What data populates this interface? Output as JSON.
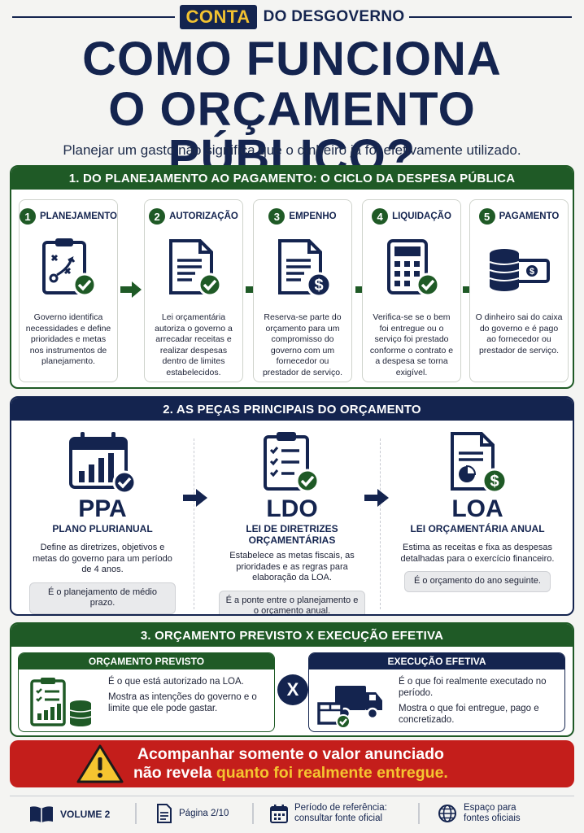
{
  "brand": {
    "conta": "CONTA",
    "rest": "DO DESGOVERNO"
  },
  "title": {
    "line1": "COMO FUNCIONA",
    "line2": "O ORÇAMENTO PÚBLICO?"
  },
  "subtitle": "Planejar um gasto não significa que o dinheiro já foi efetivamente utilizado.",
  "colors": {
    "navy": "#14244f",
    "green": "#1f5a26",
    "red": "#c41e1b",
    "yellow": "#f5c530"
  },
  "section1": {
    "heading": "1. DO PLANEJAMENTO AO PAGAMENTO: O CICLO DA DESPESA PÚBLICA",
    "steps": [
      {
        "num": "1",
        "title": "PLANEJAMENTO",
        "icon": "clipboard-strategy-check-icon",
        "text": "Governo identifica necessidades e define prioridades e metas nos instrumentos de planejamento."
      },
      {
        "num": "2",
        "title": "AUTORIZAÇÃO",
        "icon": "document-check-icon",
        "text": "Lei orçamentária autoriza o governo a arrecadar receitas e realizar despesas dentro de limites estabelecidos."
      },
      {
        "num": "3",
        "title": "EMPENHO",
        "icon": "document-dollar-icon",
        "text": "Reserva-se parte do orçamento para um compromisso do governo com um fornecedor ou prestador de serviço."
      },
      {
        "num": "4",
        "title": "LIQUIDAÇÃO",
        "icon": "calculator-check-icon",
        "text": "Verifica-se se o bem foi entregue ou o serviço foi prestado conforme o contrato e a despesa se torna exigível."
      },
      {
        "num": "5",
        "title": "PAGAMENTO",
        "icon": "coins-banknote-icon",
        "text": "O dinheiro sai do caixa do governo e é pago ao fornecedor ou prestador de serviço."
      }
    ]
  },
  "section2": {
    "heading": "2. AS PEÇAS PRINCIPAIS DO ORÇAMENTO",
    "pieces": [
      {
        "abbr": "PPA",
        "name": "PLANO PLURIANUAL",
        "icon": "calendar-chart-icon",
        "text": "Define as diretrizes, objetivos e metas do governo para um período de 4 anos.",
        "note": "É o planejamento de médio prazo."
      },
      {
        "abbr": "LDO",
        "name": "LEI DE DIRETRIZES ORÇAMENTÁRIAS",
        "icon": "checklist-clipboard-icon",
        "text": "Estabelece as metas fiscais, as prioridades e as regras para elaboração da LOA.",
        "note": "É a ponte entre o planejamento e o orçamento anual."
      },
      {
        "abbr": "LOA",
        "name": "LEI ORÇAMENTÁRIA ANUAL",
        "icon": "document-pie-dollar-icon",
        "text": "Estima as receitas e fixa as despesas detalhadas para o exercício financeiro.",
        "note": "É o orçamento do ano seguinte."
      }
    ]
  },
  "section3": {
    "heading": "3. ORÇAMENTO PREVISTO X EXECUÇÃO EFETIVA",
    "left": {
      "title": "ORÇAMENTO PREVISTO",
      "p1": "É o que está autorizado na LOA.",
      "p2": "Mostra as intenções do governo e o limite que ele pode gastar."
    },
    "versus": "X",
    "right": {
      "title": "EXECUÇÃO EFETIVA",
      "p1": "É o que foi realmente executado no período.",
      "p2": "Mostra o que foi entregue, pago e concretizado."
    }
  },
  "warning": {
    "line1": "Acompanhar somente o valor anunciado",
    "line2_a": "não revela ",
    "line2_b": "quanto foi realmente entregue."
  },
  "footer": {
    "volume": "VOLUME 2",
    "page": "Página 2/10",
    "period": "Período de referência: consultar fonte oficial",
    "sources": "Espaço para fontes oficiais"
  }
}
